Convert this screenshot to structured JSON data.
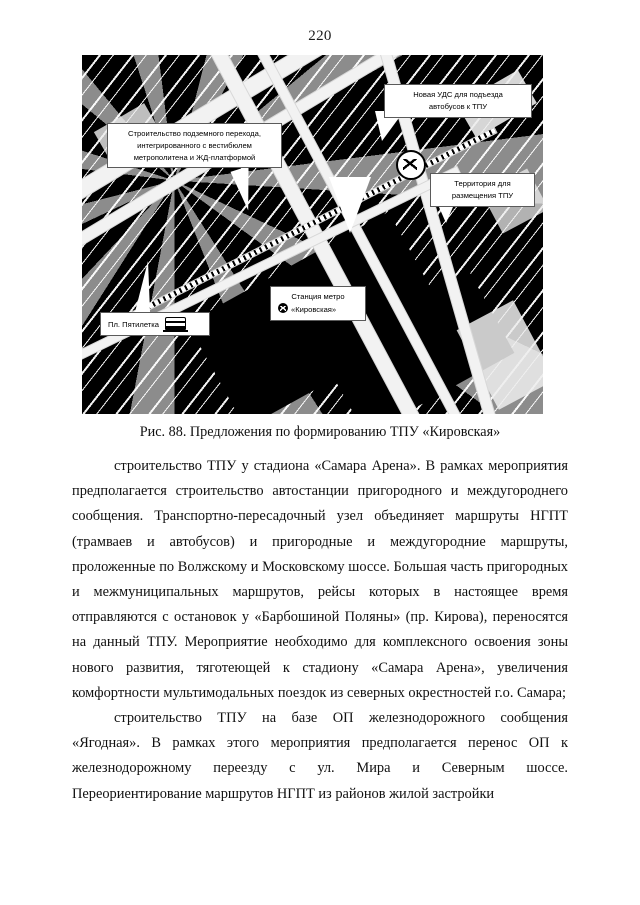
{
  "page": {
    "number": "220"
  },
  "figure": {
    "caption": "Рис. 88. Предложения по формированию ТПУ «Кировская»",
    "callouts": [
      {
        "name": "new-road-network",
        "lines": [
          "Новая УДС для подъезда",
          "автобусов к ТПУ"
        ]
      },
      {
        "name": "underground-crossing",
        "lines": [
          "Строительство подземного перехода,",
          "интегрированного с вестибюлем",
          "метрополитена и ЖД-платформой"
        ]
      },
      {
        "name": "tpu-territory",
        "lines": [
          "Территория для",
          "размещения ТПУ"
        ]
      },
      {
        "name": "metro-station",
        "lines": [
          "Станция метро",
          "«Кировская»"
        ],
        "icon": "metro-icon"
      },
      {
        "name": "tram-stop",
        "lines": [
          "Пл. Пятилетка"
        ],
        "icon": "tram-icon"
      }
    ]
  },
  "body": {
    "paragraphs": [
      "строительство ТПУ у стадиона «Самара Арена». В рамках мероприятия предполагается строительство автостанции пригородного и междугороднего сообщения. Транспортно-пересадочный узел объединяет маршруты НГПТ (трамваев и автобусов) и пригородные и междугородние маршруты, проложенные по Волжскому и Московскому шоссе. Большая часть пригородных и межмуниципальных маршрутов, рейсы которых в настоящее время отправляются с остановок у «Барбошиной Поляны» (пр. Кирова), переносятся на данный ТПУ. Мероприятие необходимо для комплексного освоения зоны нового развития, тяготеющей к стадиону «Самара Арена», увеличения комфортности мультимодальных поездок из северных окрестностей г.о. Самара;",
      "строительство ТПУ на базе ОП железнодорожного сообщения «Ягодная». В рамках этого мероприятия предполагается перенос ОП к железнодорожному переезду с ул. Мира и Северным шоссе. Переориентирование маршрутов НГПТ из районов жилой застройки"
    ]
  },
  "colors": {
    "page_background": "#ffffff",
    "text": "#111111",
    "callout_background": "#ffffff",
    "callout_border": "#5a5a5a",
    "photo_dark": "#000000",
    "photo_light": "#ffffff"
  }
}
